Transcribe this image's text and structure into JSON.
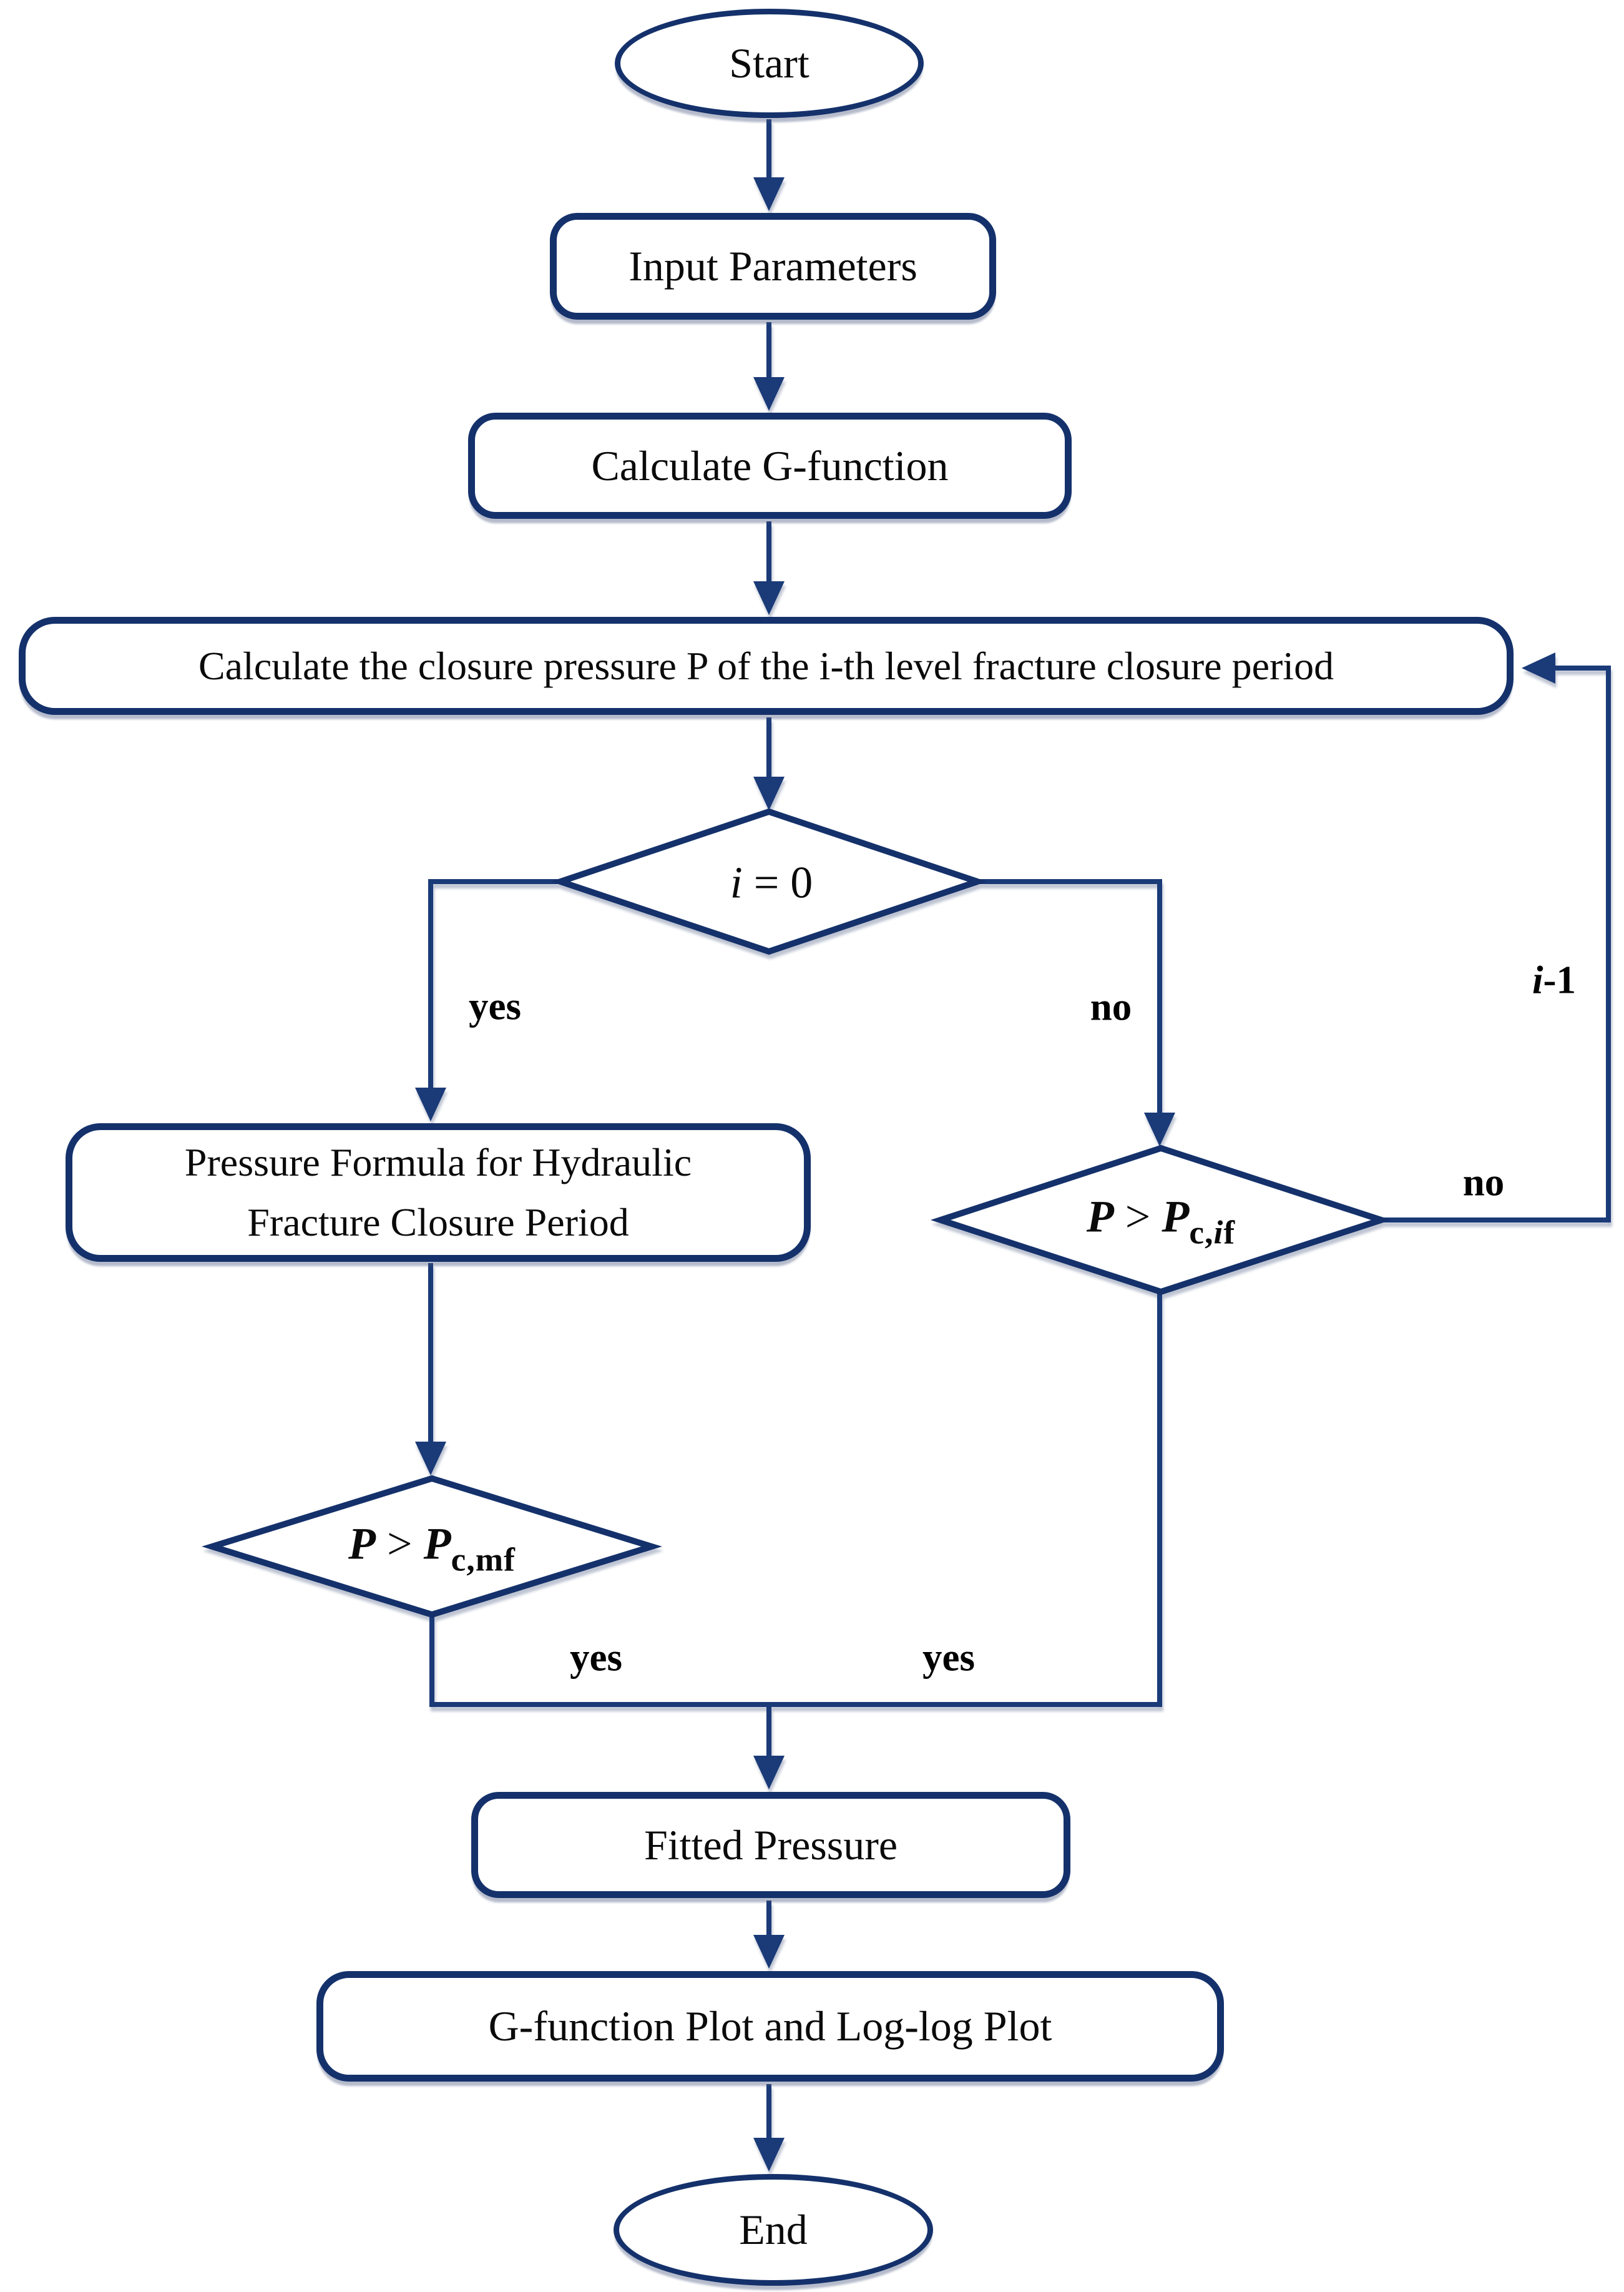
{
  "diagram_type": "flowchart",
  "colors": {
    "shape_border": "#14316b",
    "connector_line": "#1a3a78",
    "shape_fill": "#ffffff",
    "text": "#0a0a0a",
    "edge_label_text": "#000000",
    "background": "#ffffff"
  },
  "nodes": {
    "start": {
      "label": "Start"
    },
    "input_parameters": {
      "label": "Input Parameters"
    },
    "calculate_g_function": {
      "label": "Calculate G-function"
    },
    "calculate_closure_pressure": {
      "label": "Calculate the closure pressure P of the i-th level fracture closure period"
    },
    "decision_i_zero": {
      "variable": "i",
      "comparison": " = 0"
    },
    "pressure_formula": {
      "label": "Pressure Formula for Hydraulic Fracture Closure Period"
    },
    "decision_p_cif": {
      "lhs": "P",
      "operator": " > ",
      "rhs": "P",
      "sub_prefix": "c,",
      "sub_index": "i",
      "sub_suffix": "f"
    },
    "decision_p_cmf": {
      "lhs": "P",
      "operator": " > ",
      "rhs": "P",
      "subscript": "c,mf"
    },
    "fitted_pressure": {
      "label": "Fitted Pressure"
    },
    "g_function_plot": {
      "label": "G-function Plot and Log-log Plot"
    },
    "end": {
      "label": "End"
    }
  },
  "edge_labels": {
    "yes_i_zero": "yes",
    "no_i_zero": "no",
    "loop_decrement_var": "i",
    "loop_decrement_rest": "-1",
    "no_p_cif": "no",
    "yes_p_cmf": "yes",
    "yes_p_cif": "yes"
  }
}
